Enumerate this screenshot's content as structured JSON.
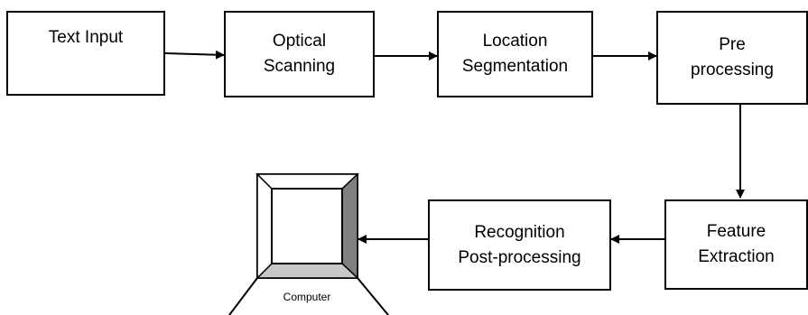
{
  "nodes": {
    "text_input": {
      "lines": [
        "Text Input"
      ]
    },
    "optical_scanning": {
      "lines": [
        "Optical",
        "Scanning"
      ]
    },
    "location_segmentation": {
      "lines": [
        "Location",
        "Segmentation"
      ]
    },
    "pre_processing": {
      "lines": [
        "Pre",
        "processing"
      ]
    },
    "feature_extraction": {
      "lines": [
        "Feature",
        "Extraction"
      ]
    },
    "recognition_post_processing": {
      "lines": [
        "Recognition",
        "Post-processing"
      ]
    },
    "computer": {
      "label": "Computer"
    }
  },
  "edges": [
    {
      "from": "Text Input",
      "to": "Optical Scanning"
    },
    {
      "from": "Optical Scanning",
      "to": "Location Segmentation"
    },
    {
      "from": "Location Segmentation",
      "to": "Pre processing"
    },
    {
      "from": "Pre processing",
      "to": "Feature Extraction"
    },
    {
      "from": "Feature Extraction",
      "to": "Recognition Post-processing"
    },
    {
      "from": "Recognition Post-processing",
      "to": "Computer"
    }
  ],
  "colors": {
    "line": "#000000",
    "box_fill": "#ffffff",
    "bezel_shade": "#c8c8c8",
    "bezel_dark": "#808080"
  }
}
